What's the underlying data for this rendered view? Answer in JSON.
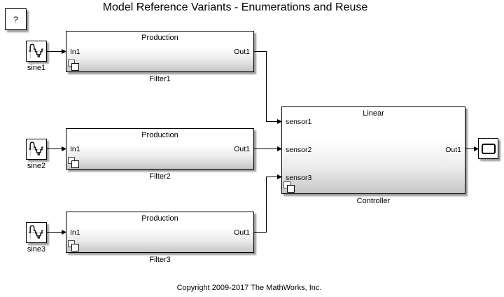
{
  "title": "Model Reference Variants - Enumerations and Reuse",
  "help_block": {
    "label": "?"
  },
  "copyright": "Copyright 2009-2017 The MathWorks, Inc.",
  "sine_sources": [
    {
      "name": "sine1"
    },
    {
      "name": "sine2"
    },
    {
      "name": "sine3"
    }
  ],
  "filter_blocks": [
    {
      "variant": "Production",
      "in_port": "In1",
      "out_port": "Out1",
      "name": "Filter1"
    },
    {
      "variant": "Production",
      "in_port": "In1",
      "out_port": "Out1",
      "name": "Filter2"
    },
    {
      "variant": "Production",
      "in_port": "In1",
      "out_port": "Out1",
      "name": "Filter3"
    }
  ],
  "controller_block": {
    "variant": "Linear",
    "in_ports": [
      "sensor1",
      "sensor2",
      "sensor3"
    ],
    "out_port": "Out1",
    "name": "Controller"
  }
}
